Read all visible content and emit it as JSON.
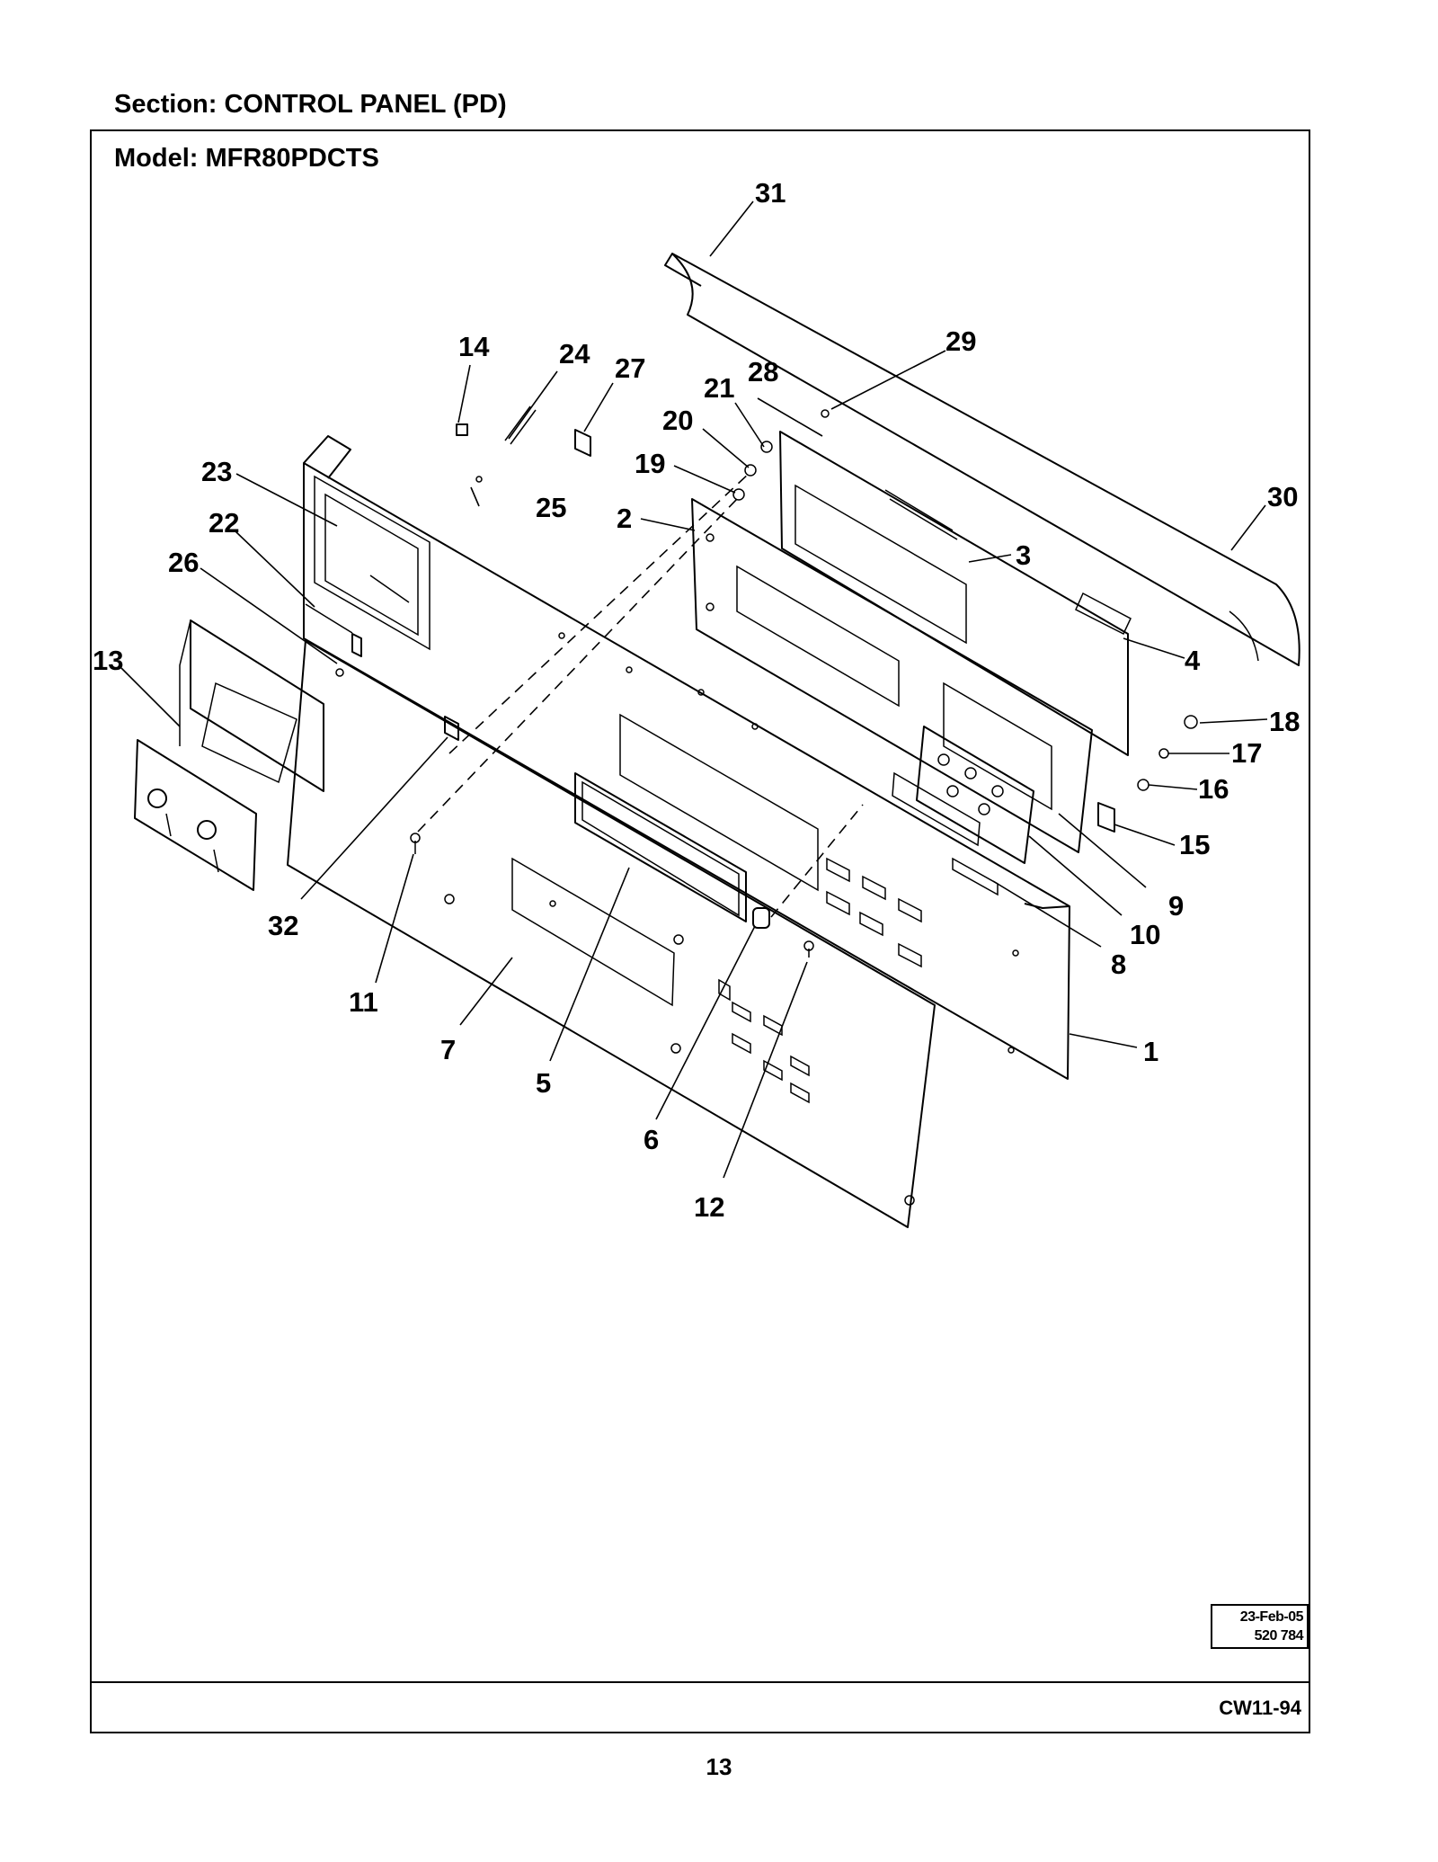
{
  "header": {
    "section": "Section:  CONTROL PANEL (PD)",
    "model": "Model:  MFR80PDCTS"
  },
  "stamp": {
    "date": "23-Feb-05",
    "number": "520 784"
  },
  "footer": {
    "code": "CW11-94",
    "page": "13"
  },
  "callouts": [
    "1",
    "2",
    "3",
    "4",
    "5",
    "6",
    "7",
    "8",
    "9",
    "10",
    "11",
    "12",
    "13",
    "14",
    "15",
    "16",
    "17",
    "18",
    "19",
    "20",
    "21",
    "22",
    "23",
    "24",
    "25",
    "26",
    "27",
    "28",
    "29",
    "30",
    "31",
    "32"
  ]
}
